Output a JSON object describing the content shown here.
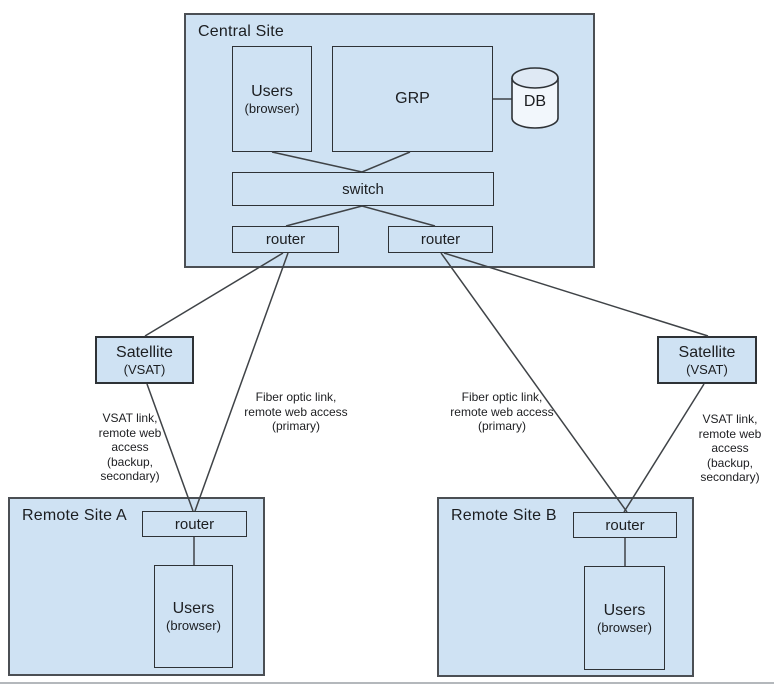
{
  "colors": {
    "box_fill": "#cfe2f3",
    "outer_border": "#4b4f54",
    "inner_border": "#2e3236",
    "line_color": "#3f4347",
    "cylinder_body_fill": "#f2f7fc",
    "cylinder_top_fill": "#dfe9f4",
    "page_background": "#ffffff",
    "bottom_rule": "#b4b8bc"
  },
  "central_site": {
    "title": "Central Site",
    "users": {
      "title": "Users",
      "subtitle": "(browser)"
    },
    "grp_label": "GRP",
    "db_label": "DB",
    "switch_label": "switch",
    "router_left_label": "router",
    "router_right_label": "router"
  },
  "satellite_left": {
    "title": "Satellite",
    "subtitle": "(VSAT)"
  },
  "satellite_right": {
    "title": "Satellite",
    "subtitle": "(VSAT)"
  },
  "links": {
    "vsat_left": "VSAT link,\nremote web\naccess\n(backup,\nsecondary)",
    "fiber_left": "Fiber optic link,\nremote web access\n(primary)",
    "fiber_right": "Fiber optic link,\nremote web access\n(primary)",
    "vsat_right": "VSAT link,\nremote web\naccess\n(backup,\nsecondary)"
  },
  "remote_site_a": {
    "title": "Remote Site A",
    "router_label": "router",
    "users": {
      "title": "Users",
      "subtitle": "(browser)"
    }
  },
  "remote_site_b": {
    "title": "Remote Site B",
    "router_label": "router",
    "users": {
      "title": "Users",
      "subtitle": "(browser)"
    }
  }
}
